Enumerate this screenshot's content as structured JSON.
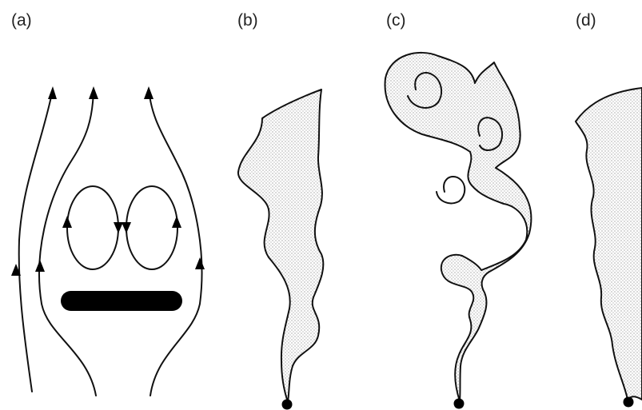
{
  "panels": [
    {
      "id": "a",
      "label": "(a)"
    },
    {
      "id": "b",
      "label": "(b)"
    },
    {
      "id": "c",
      "label": "(c)"
    },
    {
      "id": "d",
      "label": "(d)"
    }
  ],
  "colors": {
    "ink": "#111111",
    "stipple": "#8a8a8a",
    "background": "#ffffff"
  }
}
